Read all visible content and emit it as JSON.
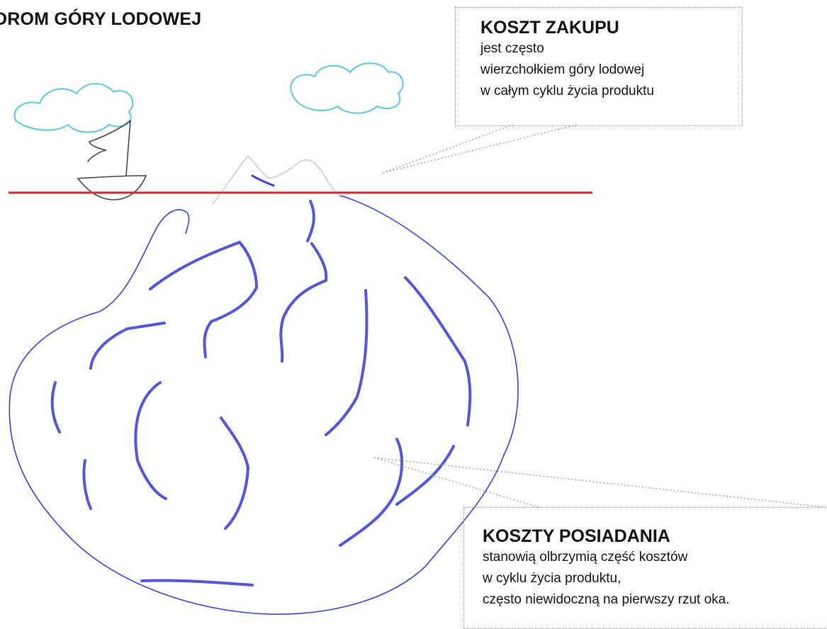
{
  "title": "DROM GÓRY LODOWEJ",
  "colors": {
    "waterline": "#d52a2a",
    "iceberg": "#3b3fd6",
    "cloud": "#5cc6e3",
    "boat": "#444444",
    "leader": "#9a9a9a"
  },
  "purchase_callout": {
    "heading": "KOSZT ZAKUPU",
    "lines": [
      "jest często",
      "wierzchołkiem góry lodowej",
      "w całym cyklu życia produktu"
    ]
  },
  "ownership_callout": {
    "heading": "KOSZTY POSIADANIA",
    "lines": [
      "stanowią olbrzymią część kosztów",
      "w cyklu życia produktu,",
      "często niewidoczną na pierwszy rzut oka."
    ]
  }
}
